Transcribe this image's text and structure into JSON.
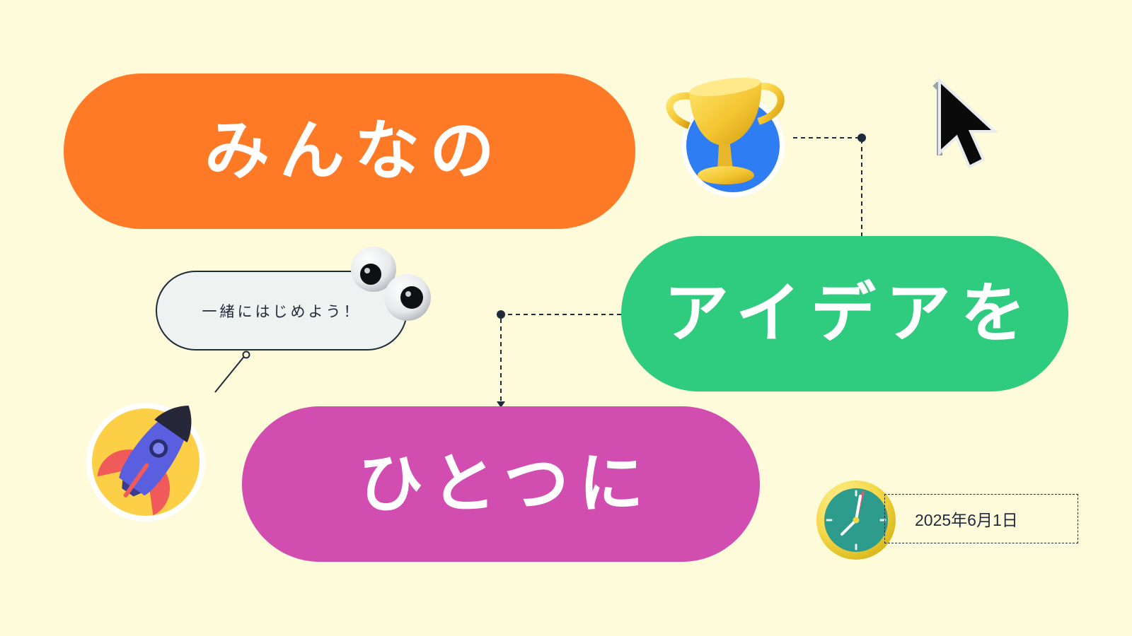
{
  "slide": {
    "background": "#FDFBDA",
    "title_line_1": "みんなの",
    "title_line_2": "アイデアを",
    "title_line_3": "ひとつに",
    "bubble_text": "一緒にはじめよう！",
    "date_text": "2025年6月1日"
  },
  "colors": {
    "pill_1": "#FF7A26",
    "pill_2": "#2FCB7E",
    "pill_3": "#D14DB0",
    "ink": "#1F2A3A"
  },
  "icons": [
    "trophy-icon",
    "cursor-icon",
    "rocket-icon",
    "googly-eyes-icon",
    "clock-icon"
  ]
}
